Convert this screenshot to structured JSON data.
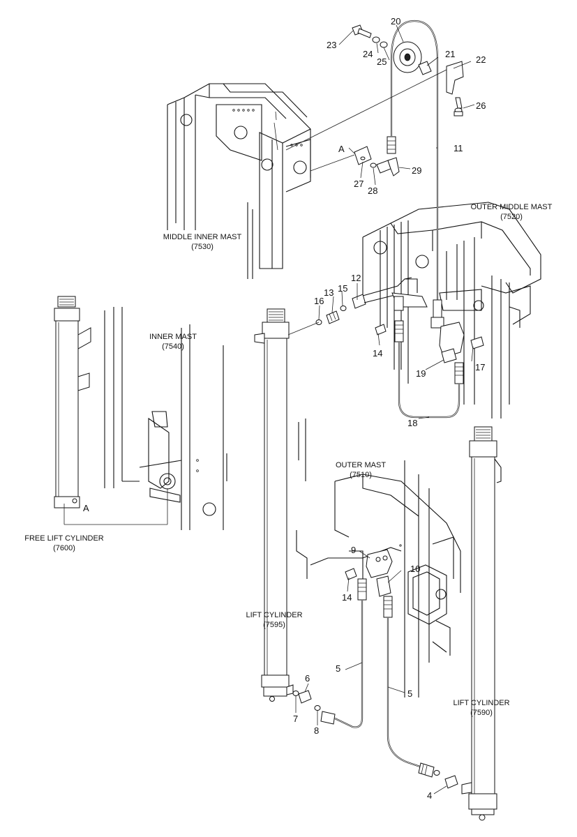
{
  "labels": {
    "middle_inner_mast": "MIDDLE INNER MAST",
    "middle_inner_mast_code": "(7530)",
    "outer_middle_mast": "OUTER MIDDLE MAST",
    "outer_middle_mast_code": "(7520)",
    "inner_mast": "INNER MAST",
    "inner_mast_code": "(7540)",
    "free_lift_cylinder": "FREE LIFT CYLINDER",
    "free_lift_cylinder_code": "(7600)",
    "outer_mast": "OUTER MAST",
    "outer_mast_code": "(7510)",
    "lift_cylinder_left": "LIFT CYLINDER",
    "lift_cylinder_left_code": "(7595)",
    "lift_cylinder_right": "LIFT CYLINDER",
    "lift_cylinder_right_code": "(7590)",
    "ref_a_top": "A",
    "ref_a_bottom": "A"
  },
  "part_numbers": {
    "p4": "4",
    "p5a": "5",
    "p5b": "5",
    "p6": "6",
    "p7": "7",
    "p8": "8",
    "p9": "9",
    "p10": "10",
    "p11": "11",
    "p12": "12",
    "p13": "13",
    "p14a": "14",
    "p14b": "14",
    "p15": "15",
    "p16": "16",
    "p17": "17",
    "p18": "18",
    "p19": "19",
    "p20": "20",
    "p21": "21",
    "p22": "22",
    "p23": "23",
    "p24": "24",
    "p25": "25",
    "p26": "26",
    "p27": "27",
    "p28": "28",
    "p29": "29"
  }
}
